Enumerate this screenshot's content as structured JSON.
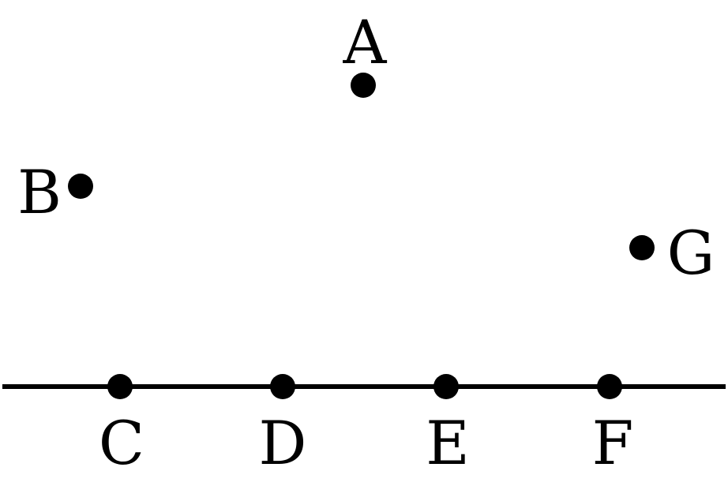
{
  "points": [
    {
      "label": "A"
    },
    {
      "label": "B"
    },
    {
      "label": "G"
    },
    {
      "label": "C"
    },
    {
      "label": "D"
    },
    {
      "label": "E"
    },
    {
      "label": "F"
    }
  ]
}
